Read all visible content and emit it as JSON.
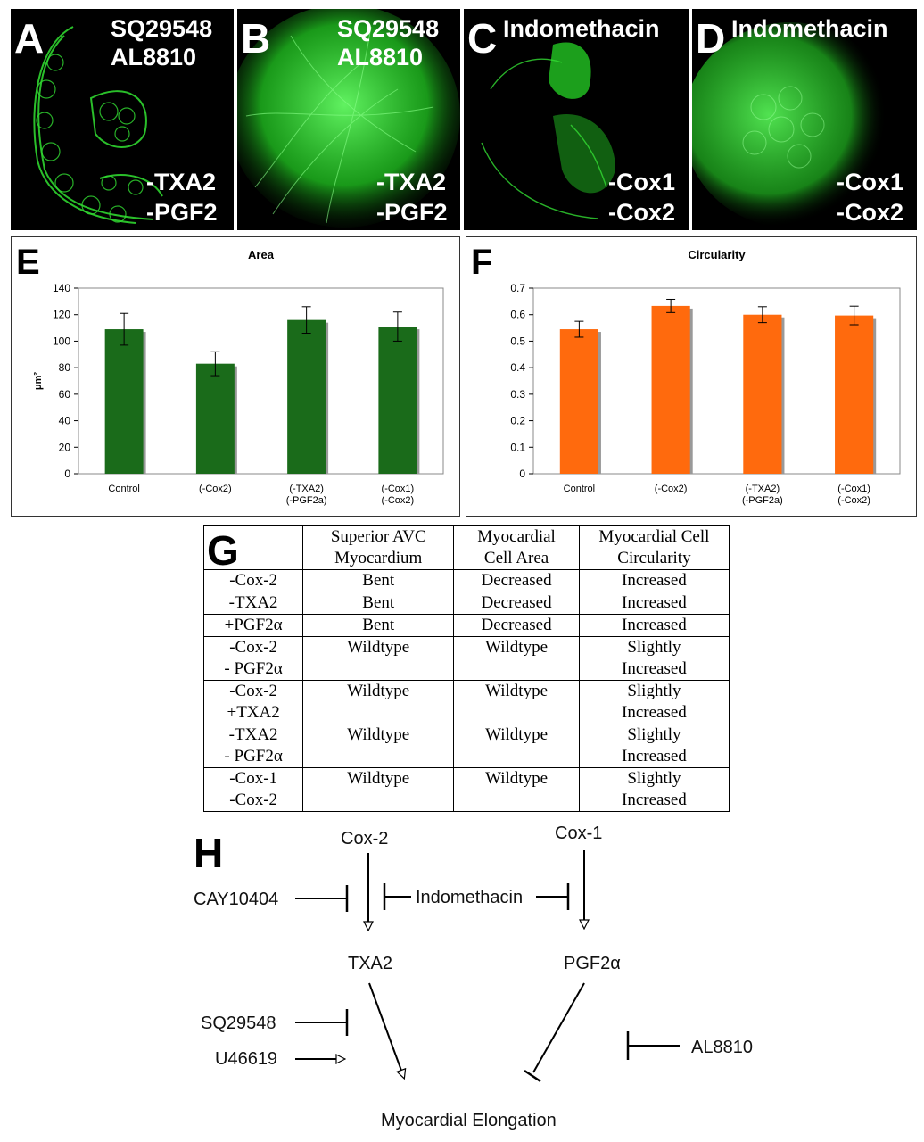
{
  "panels": {
    "A": {
      "letter": "A",
      "drugs": [
        "SQ29548",
        "AL8810"
      ],
      "targets": [
        "-TXA2",
        "-PGF2"
      ]
    },
    "B": {
      "letter": "B",
      "drugs": [
        "SQ29548",
        "AL8810"
      ],
      "targets": [
        "-TXA2",
        "-PGF2"
      ]
    },
    "C": {
      "letter": "C",
      "drugs": [
        "Indomethacin"
      ],
      "targets": [
        "-Cox1",
        "-Cox2"
      ]
    },
    "D": {
      "letter": "D",
      "drugs": [
        "Indomethacin"
      ],
      "targets": [
        "-Cox1",
        "-Cox2"
      ]
    }
  },
  "colors": {
    "micrograph_green": "#33dd33",
    "area_bar": "#1a6b1a",
    "circ_bar": "#ff6a0d"
  },
  "chart_data": [
    {
      "panel": "E",
      "type": "bar",
      "title": "Area",
      "xlabel": "",
      "ylabel": "μm²",
      "ylim": [
        0,
        140
      ],
      "yticks": [
        0,
        20,
        40,
        60,
        80,
        100,
        120,
        140
      ],
      "categories": [
        "Control",
        "(-Cox2)",
        "(-TXA2)\n(-PGF2a)",
        "(-Cox1)\n(-Cox2)"
      ],
      "values": [
        109,
        83,
        116,
        111
      ],
      "errors": [
        12,
        9,
        10,
        11
      ],
      "grid": false
    },
    {
      "panel": "F",
      "type": "bar",
      "title": "Circularity",
      "xlabel": "",
      "ylabel": "",
      "ylim": [
        0,
        0.7
      ],
      "yticks": [
        0,
        0.1,
        0.2,
        0.3,
        0.4,
        0.5,
        0.6,
        0.7
      ],
      "categories": [
        "Control",
        "(-Cox2)",
        "(-TXA2)\n(-PGF2a)",
        "(-Cox1)\n(-Cox2)"
      ],
      "values": [
        0.545,
        0.633,
        0.6,
        0.597
      ],
      "errors": [
        0.03,
        0.025,
        0.03,
        0.035
      ],
      "grid": false
    }
  ],
  "table": {
    "letter": "G",
    "headers": [
      "",
      "Superior AVC\nMyocardium",
      "Myocardial\nCell Area",
      "Myocardial Cell\nCircularity"
    ],
    "rows": [
      [
        "-Cox-2",
        "Bent",
        "Decreased",
        "Increased"
      ],
      [
        "-TXA2",
        "Bent",
        "Decreased",
        "Increased"
      ],
      [
        "+PGF2α",
        "Bent",
        "Decreased",
        "Increased"
      ],
      [
        "-Cox-2\n- PGF2α",
        "Wildtype",
        "Wildtype",
        "Slightly\nIncreased"
      ],
      [
        "-Cox-2\n+TXA2",
        "Wildtype",
        "Wildtype",
        "Slightly\nIncreased"
      ],
      [
        "-TXA2\n- PGF2α",
        "Wildtype",
        "Wildtype",
        "Slightly\nIncreased"
      ],
      [
        "-Cox-1\n-Cox-2",
        "Wildtype",
        "Wildtype",
        "Slightly\nIncreased"
      ]
    ]
  },
  "diagram": {
    "letter": "H",
    "cox2": "Cox-2",
    "cox1": "Cox-1",
    "cay": "CAY10404",
    "indomethacin": "Indomethacin",
    "txa2": "TXA2",
    "pgf2a": "PGF2α",
    "sq": "SQ29548",
    "u466": "U46619",
    "al8810": "AL8810",
    "outcome": "Myocardial Elongation"
  }
}
